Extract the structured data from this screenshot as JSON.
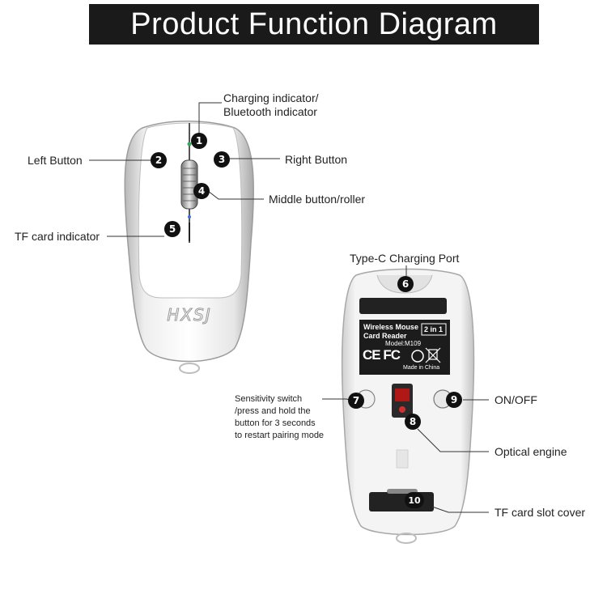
{
  "title": "Product Function Diagram",
  "brand_logo": "HXSJ",
  "labels": {
    "charging": [
      "Charging indicator/",
      "Bluetooth indicator"
    ],
    "left_button": "Left Button",
    "right_button": "Right Button",
    "middle_button": "Middle button/roller",
    "tf_indicator": "TF card indicator",
    "type_c": "Type-C Charging Port",
    "sensitivity": [
      "Sensitivity switch",
      "/press and hold the",
      "button for 3 seconds",
      "to restart pairing mode"
    ],
    "on_off": "ON/OFF",
    "optical": "Optical engine",
    "tf_cover": "TF card slot cover"
  },
  "numbers": [
    "1",
    "2",
    "3",
    "4",
    "5",
    "6",
    "7",
    "8",
    "9",
    "10"
  ],
  "product_label": {
    "line1": "Wireless Mouse",
    "line2": "Card Reader",
    "badge": "2 in 1",
    "model": "Model:M109",
    "marks": "CE FC",
    "origin": "Made in China"
  },
  "colors": {
    "title_bg": "#1a1a1a",
    "badge": "#111111",
    "mouse_body": "#f5f5f5",
    "mouse_shell": "#c9c9c9",
    "label_bg": "#1c1c1c",
    "sensor": "#b01818"
  },
  "icons": [
    "weee-bin-icon",
    "rohs-10-icon"
  ]
}
